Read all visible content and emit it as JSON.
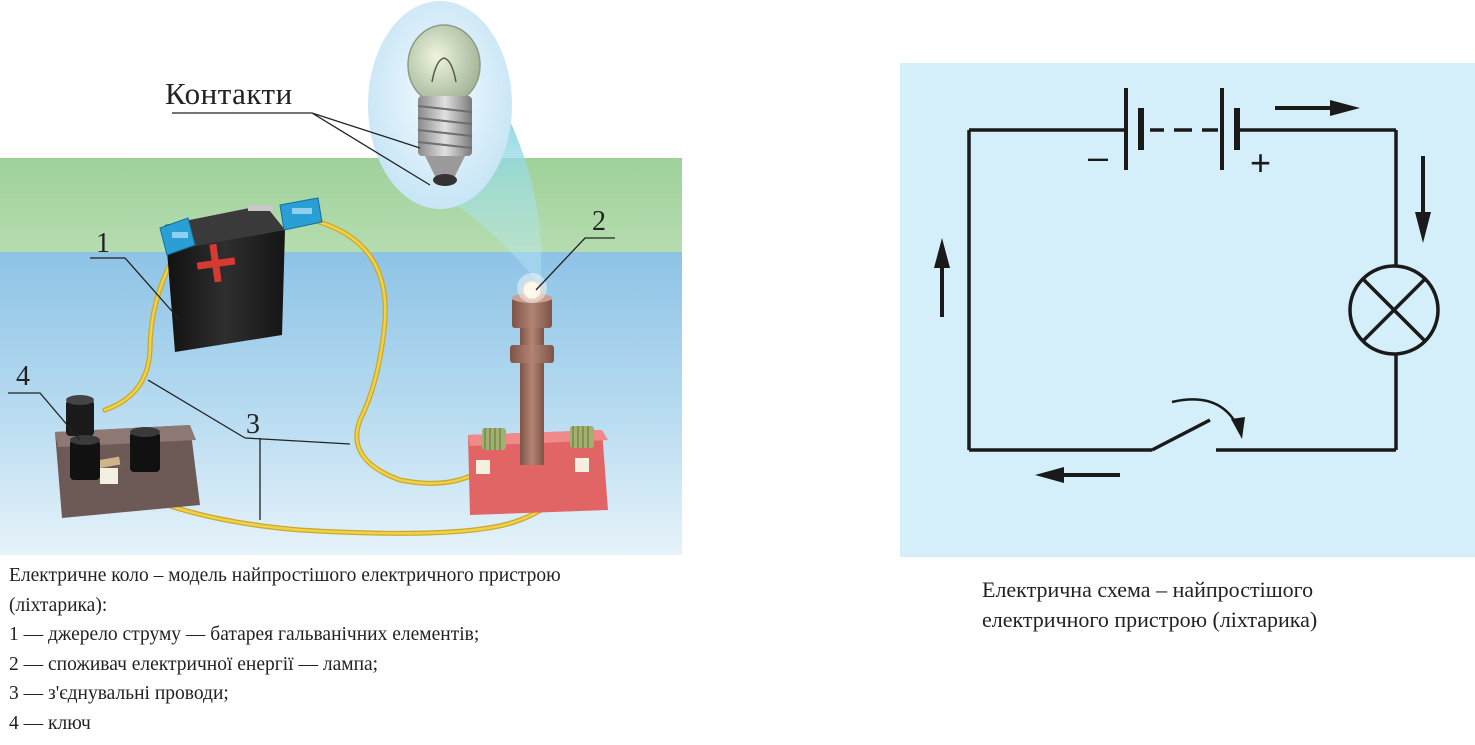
{
  "photo": {
    "contacts_label": "Контакти",
    "callouts": [
      "1",
      "2",
      "3",
      "4"
    ]
  },
  "caption_left": {
    "line1": "Електричне коло – модель найпростішого електричного пристрою",
    "line2": "(ліхтарика):",
    "item1": "1 — джерело струму — батарея гальванічних елементів;",
    "item2": "2 — споживач електричної енергії — лампа;",
    "item3": "3 — з'єднувальні проводи;",
    "item4": "4 — ключ"
  },
  "schematic": {
    "minus_label": "–",
    "plus_label": "+"
  },
  "caption_right": {
    "line1": "Електрична схема – найпростішого",
    "line2": "електричного пристрою (ліхтарика)"
  },
  "colors": {
    "wall_green": "#a8d5a2",
    "table_blue": "#9fcbe8",
    "schematic_bg": "#d4eefa",
    "wire_yellow": "#e8c838",
    "battery_black": "#1c1c1c",
    "battery_plus_red": "#d63a32",
    "clip_blue": "#2a9fd6",
    "lamp_stand_brown": "#9c6b5c",
    "lamp_base_red": "#e06060",
    "switch_brown": "#7a6460"
  }
}
